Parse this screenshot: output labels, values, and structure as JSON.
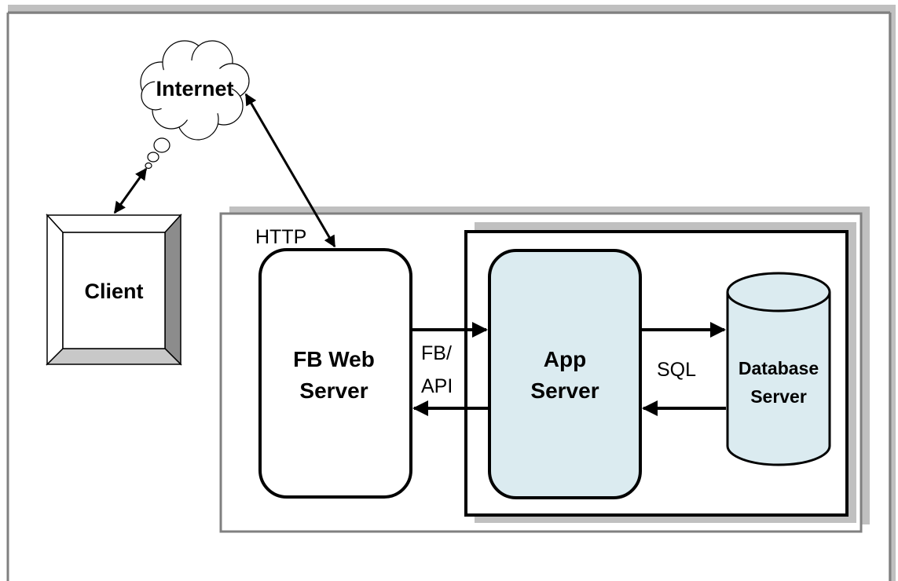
{
  "labels": {
    "internet": "Internet",
    "client": "Client",
    "http": "HTTP",
    "fb_web_server_line1": "FB Web",
    "fb_web_server_line2": "Server",
    "fb_api_line1": "FB/",
    "fb_api_line2": "API",
    "app_server_line1": "App",
    "app_server_line2": "Server",
    "sql": "SQL",
    "database_server_line1": "Database",
    "database_server_line2": "Server"
  },
  "colors": {
    "outer_frame": "#808080",
    "frame_shadow": "#c0c0c0",
    "app_server_fill": "#dbebf0",
    "database_fill": "#dbebf0",
    "fb_server_fill": "#ffffff",
    "line": "#000000"
  }
}
